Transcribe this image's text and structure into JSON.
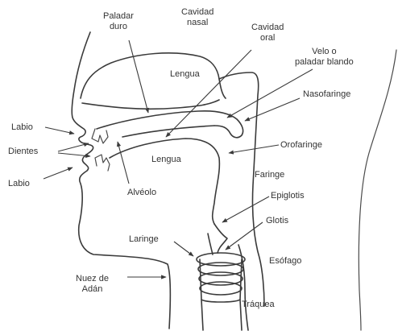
{
  "labels": {
    "paladar_duro": [
      "Paladar",
      "duro"
    ],
    "cavidad_nasal": [
      "Cavidad",
      "nasal"
    ],
    "cavidad_oral": [
      "Cavidad",
      "oral"
    ],
    "velo": [
      "Velo o",
      "paladar blando"
    ],
    "nasofaringe": "Nasofaringe",
    "labio_superior": "Labio",
    "dientes": "Dientes",
    "labio_inferior": "Labio",
    "lengua_interior": "Lengua",
    "lengua": "Lengua",
    "alveolo": "Alvéolo",
    "orofaringe": "Orofaringe",
    "faringe": "Faringe",
    "epiglotis": "Epiglotis",
    "glotis": "Glotis",
    "laringe": "Laringe",
    "esofago": "Esófago",
    "nuez": [
      "Nuez de",
      "Adán"
    ],
    "traquea": "Tráquea"
  },
  "colors": {
    "line": "#3a3a3a",
    "text": "#333333",
    "background": "#ffffff"
  }
}
